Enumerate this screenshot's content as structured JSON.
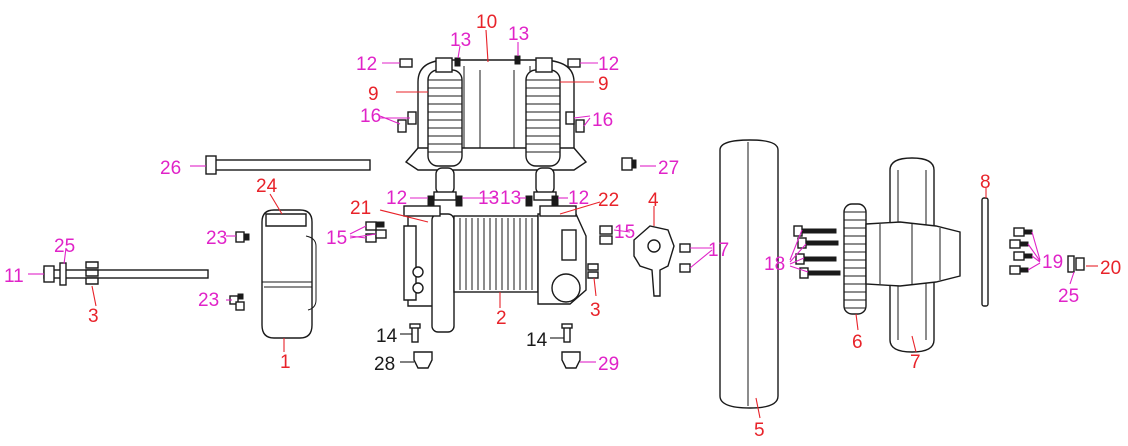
{
  "colors": {
    "label_red": "#e8232a",
    "label_magenta": "#e023c8",
    "line": "#1a1a1a",
    "background": "#ffffff"
  },
  "callouts": [
    {
      "text": "1",
      "color": "red"
    },
    {
      "text": "2",
      "color": "red"
    },
    {
      "text": "3",
      "color": "red"
    },
    {
      "text": "3",
      "color": "red"
    },
    {
      "text": "4",
      "color": "red"
    },
    {
      "text": "5",
      "color": "red"
    },
    {
      "text": "6",
      "color": "red"
    },
    {
      "text": "7",
      "color": "red"
    },
    {
      "text": "8",
      "color": "red"
    },
    {
      "text": "9",
      "color": "red"
    },
    {
      "text": "9",
      "color": "red"
    },
    {
      "text": "10",
      "color": "red"
    },
    {
      "text": "11",
      "color": "magenta"
    },
    {
      "text": "12",
      "color": "magenta"
    },
    {
      "text": "12",
      "color": "magenta"
    },
    {
      "text": "12",
      "color": "magenta"
    },
    {
      "text": "12",
      "color": "magenta"
    },
    {
      "text": "13",
      "color": "magenta"
    },
    {
      "text": "13",
      "color": "magenta"
    },
    {
      "text": "13",
      "color": "magenta"
    },
    {
      "text": "13",
      "color": "magenta"
    },
    {
      "text": "14",
      "color": "black"
    },
    {
      "text": "14",
      "color": "black"
    },
    {
      "text": "15",
      "color": "magenta"
    },
    {
      "text": "15",
      "color": "magenta"
    },
    {
      "text": "16",
      "color": "magenta"
    },
    {
      "text": "16",
      "color": "magenta"
    },
    {
      "text": "17",
      "color": "magenta"
    },
    {
      "text": "18",
      "color": "magenta"
    },
    {
      "text": "19",
      "color": "magenta"
    },
    {
      "text": "20",
      "color": "red"
    },
    {
      "text": "21",
      "color": "red"
    },
    {
      "text": "22",
      "color": "red"
    },
    {
      "text": "23",
      "color": "magenta"
    },
    {
      "text": "23",
      "color": "magenta"
    },
    {
      "text": "24",
      "color": "red"
    },
    {
      "text": "25",
      "color": "magenta"
    },
    {
      "text": "25",
      "color": "magenta"
    },
    {
      "text": "26",
      "color": "magenta"
    },
    {
      "text": "27",
      "color": "magenta"
    },
    {
      "text": "28",
      "color": "black"
    },
    {
      "text": "29",
      "color": "magenta"
    }
  ]
}
